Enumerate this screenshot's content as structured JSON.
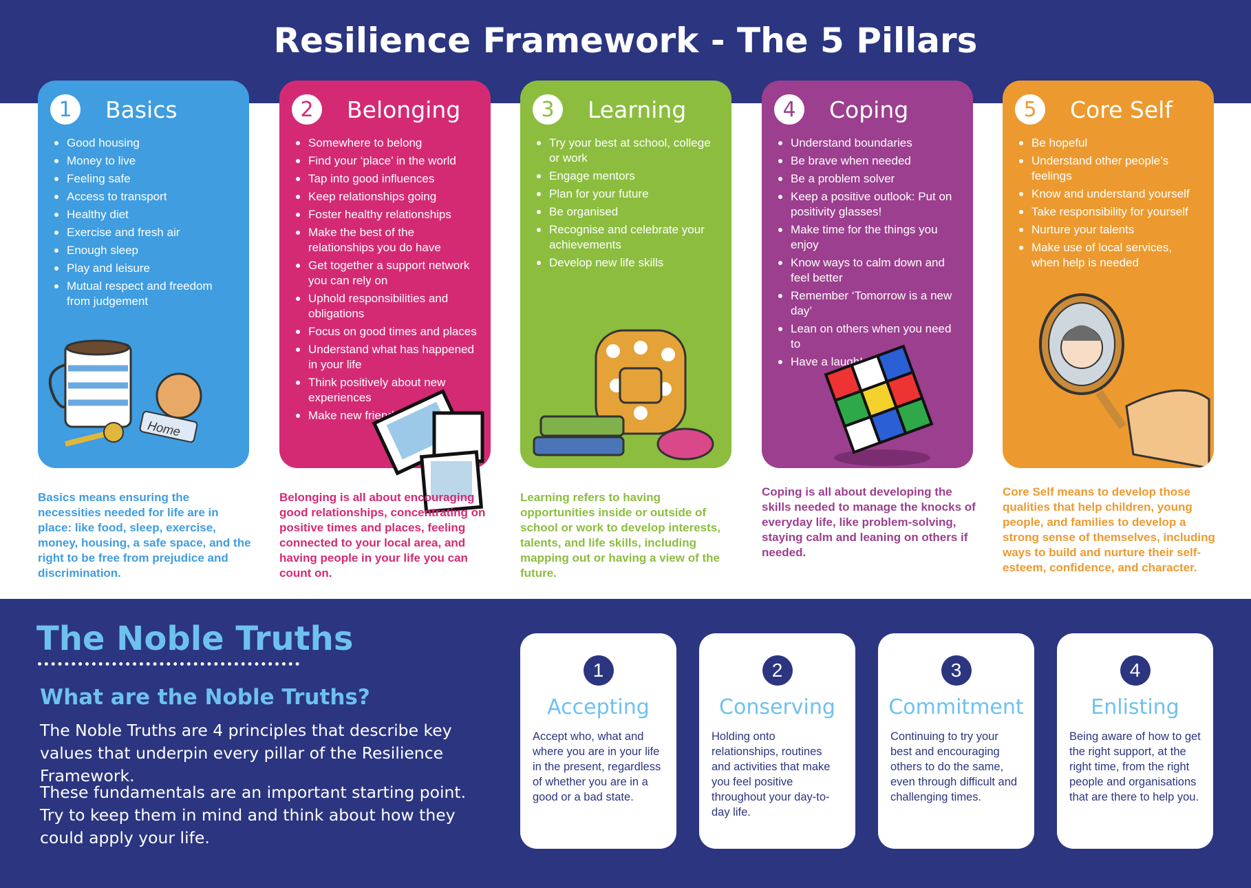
{
  "title": "Resilience Framework - The 5 Pillars",
  "colors": {
    "navy": "#2b3580",
    "basics": "#3f9de0",
    "belonging": "#d42a74",
    "learning": "#8cbd3f",
    "coping": "#9c3f8e",
    "core_self": "#ec9a2f",
    "light_blue": "#6ec1ee"
  },
  "pillars": [
    {
      "num": "1",
      "title": "Basics",
      "items": [
        "Good housing",
        "Money to live",
        "Feeling safe",
        "Access to transport",
        "Healthy diet",
        "Exercise and fresh air",
        "Enough sleep",
        "Play and leisure",
        "Mutual respect and freedom from judgement"
      ],
      "tag": "Home",
      "desc": "Basics means ensuring the necessities needed for life are in place: like food, sleep, exercise, money, housing, a safe space, and the right to be free from prejudice and discrimination."
    },
    {
      "num": "2",
      "title": "Belonging",
      "items": [
        "Somewhere to belong",
        "Find your ‘place’ in the world",
        "Tap into good influences",
        "Keep relationships going",
        "Foster healthy relationships",
        "Make the best of the relationships you do have",
        "Get together a support network you can rely on",
        "Uphold responsibilities and obligations",
        "Focus on good times and places",
        "Understand what has happened in your life",
        "Think positively about new experiences",
        "Make new friends"
      ],
      "desc": "Belonging is all about encouraging good relationships, concentrating on positive times and places, feeling connected to your local area, and having people in your life you can count on."
    },
    {
      "num": "3",
      "title": "Learning",
      "items": [
        "Try your best at school, college or work",
        "Engage mentors",
        "Plan for your future",
        "Be organised",
        "Recognise and celebrate your achievements",
        "Develop new life skills"
      ],
      "desc": "Learning refers to having opportunities inside or outside of school or work to develop interests, talents, and life skills, including mapping out or having a view of the future."
    },
    {
      "num": "4",
      "title": "Coping",
      "items": [
        "Understand boundaries",
        "Be brave when needed",
        "Be a problem solver",
        "Keep a positive outlook: Put on positivity glasses!",
        "Make time for the things you enjoy",
        "Know ways to calm down and feel better",
        "Remember ‘Tomorrow is a new day’",
        "Lean on others when you need to",
        "Have a laugh!"
      ],
      "desc": "Coping is all about developing the skills needed to manage the knocks of everyday life, like problem-solving, staying calm and leaning on others if needed."
    },
    {
      "num": "5",
      "title": "Core Self",
      "items": [
        "Be hopeful",
        "Understand other people’s feelings",
        "Know and understand yourself",
        "Take responsibility for yourself",
        "Nurture your talents",
        "Make use of local services, when help is needed"
      ],
      "desc": "Core Self means to develop those qualities that help children, young people, and families to develop a strong sense of themselves, including ways to build and nurture their self-esteem, confidence, and character."
    }
  ],
  "noble": {
    "title": "The Noble Truths",
    "subtitle": "What are the Noble Truths?",
    "p1": "The Noble Truths are 4 principles that describe key values that underpin every pillar of the Resilience Framework.",
    "p2": "These fundamentals are an important starting point. Try to keep them in mind and think about how they could apply your life.",
    "truths": [
      {
        "num": "1",
        "name": "Accepting",
        "desc": "Accept who, what and where you are in your life in the present, regardless of whether you are in a good or a bad state."
      },
      {
        "num": "2",
        "name": "Conserving",
        "desc": "Holding onto relationships, routines and activities that make you feel positive throughout your day-to-day life."
      },
      {
        "num": "3",
        "name": "Commitment",
        "desc": "Continuing to try your best and encouraging others to do the same, even through difficult and challenging times."
      },
      {
        "num": "4",
        "name": "Enlisting",
        "desc": "Being aware of how to get the right support, at the right time, from the right people and organisations that are there to help you."
      }
    ]
  }
}
